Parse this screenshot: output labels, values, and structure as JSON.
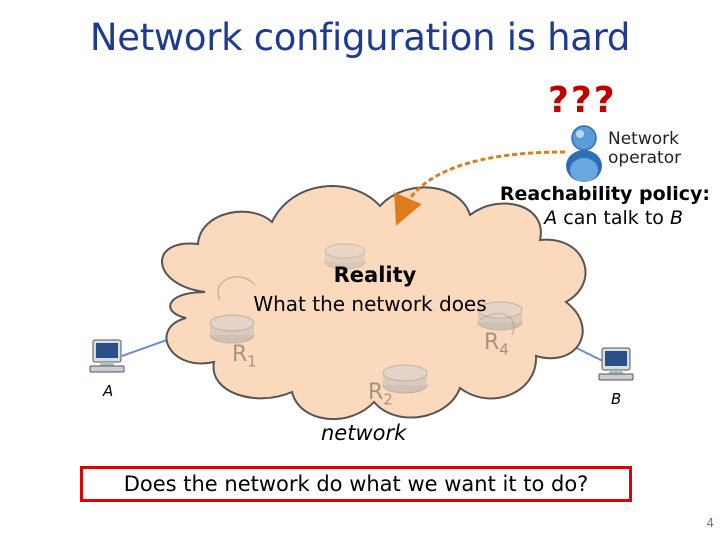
{
  "slide": {
    "title": "Network configuration is hard",
    "question_marks": "???",
    "page_number": "4"
  },
  "operator": {
    "line1": "Network",
    "line2": "operator",
    "icon": "user-icon"
  },
  "policy": {
    "title": "Reachability policy:",
    "text_prefix": "A",
    "text_middle": " can talk to ",
    "text_suffix": "B"
  },
  "cloud": {
    "title": "Reality",
    "subtitle": "What the network does",
    "network_label": "network",
    "fill_color": "#fad9bd",
    "outline_color": "#555555"
  },
  "routers": {
    "r1": {
      "letter": "R",
      "sub": "1"
    },
    "r2": {
      "letter": "R",
      "sub": "2"
    },
    "r4": {
      "letter": "R",
      "sub": "4"
    }
  },
  "hosts": {
    "a": {
      "label": "A",
      "icon": "computer-icon"
    },
    "b": {
      "label": "B",
      "icon": "computer-icon"
    }
  },
  "arrow": {
    "color": "#e07a1f"
  },
  "question": "Does the network do what we want it to do?"
}
